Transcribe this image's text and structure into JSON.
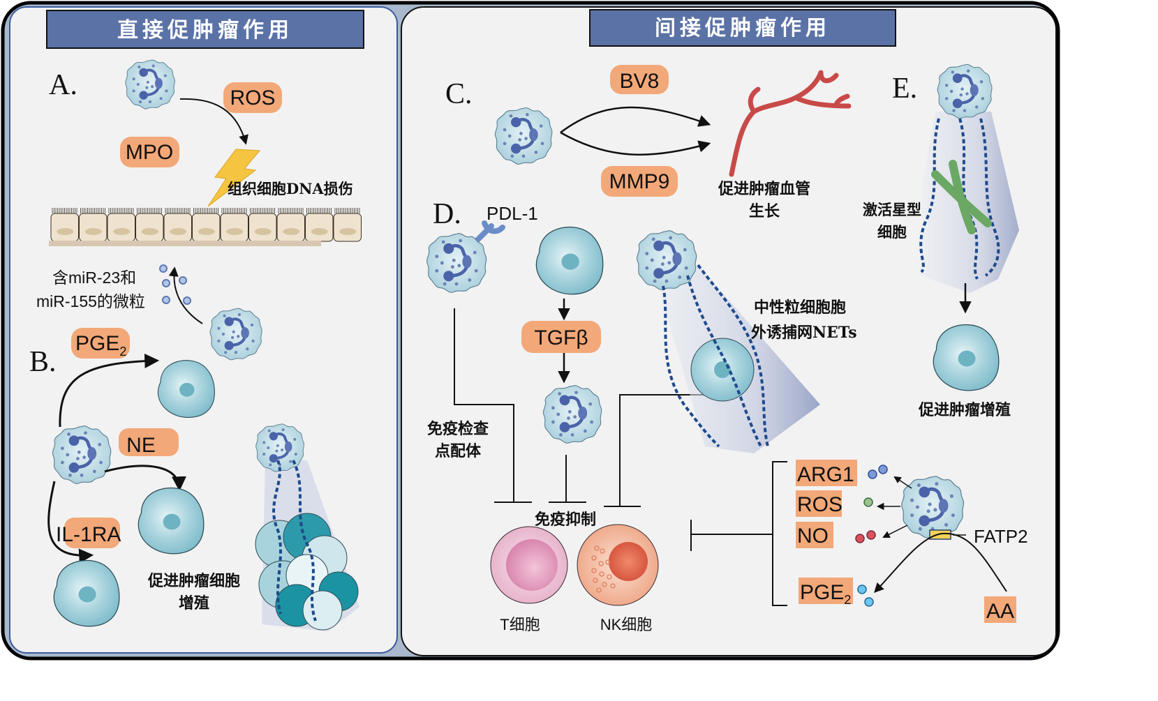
{
  "colors": {
    "banner": "#5a72a6",
    "pill": "#f2a878",
    "panel_bg": "#f2f2f2",
    "frame": "#a9b8cc",
    "cell": "#8fc7d3",
    "nucleus": "#6eb3c2",
    "neutrophil": "#b5d8e2",
    "neutrophil_nucleus": "#4a63a8",
    "vessel": "#c84a48",
    "t_cell": "#e8a9c8",
    "nk_cell": "#f0a58a",
    "stellate": "#6aa864",
    "fatp2": "#f2d257"
  },
  "left_panel": {
    "title": "直接促肿瘤作用",
    "A": {
      "letter": "A.",
      "labels": {
        "ros": "ROS",
        "mpo": "MPO",
        "dna_damage": "组织细胞DNA损伤",
        "microparticles_line1": "含miR-23和",
        "microparticles_line2": "miR-155的微粒"
      }
    },
    "B": {
      "letter": "B.",
      "labels": {
        "pge2": "PGE",
        "pge2_sub": "2",
        "ne": "NE",
        "il1ra": "IL-1RA",
        "proliferation_line1": "促进肿瘤细胞",
        "proliferation_line2": "增殖"
      }
    }
  },
  "right_panel": {
    "title": "间接促肿瘤作用",
    "C": {
      "letter": "C.",
      "labels": {
        "bv8": "BV8",
        "mmp9": "MMP9",
        "angio_line1": "促进肿瘤血管",
        "angio_line2": "生长"
      }
    },
    "D": {
      "letter": "D.",
      "labels": {
        "pdl1": "PDL-1",
        "tgfb": "TGFβ",
        "checkpoint_line1": "免疫检查",
        "checkpoint_line2": "点配体",
        "nets_line1": "中性粒细胞胞",
        "nets_line2": "外诱捕网NETs",
        "immunosuppression": "免疫抑制",
        "t_cell": "T细胞",
        "nk_cell": "NK细胞",
        "arg1": "ARG1",
        "ros": "ROS",
        "no": "NO",
        "pge2": "PGE",
        "pge2_sub": "2",
        "fatp2": "FATP2",
        "aa": "AA"
      }
    },
    "E": {
      "letter": "E.",
      "labels": {
        "stellate_line1": "激活星型",
        "stellate_line2": "细胞",
        "proliferation": "促进肿瘤增殖"
      }
    }
  }
}
